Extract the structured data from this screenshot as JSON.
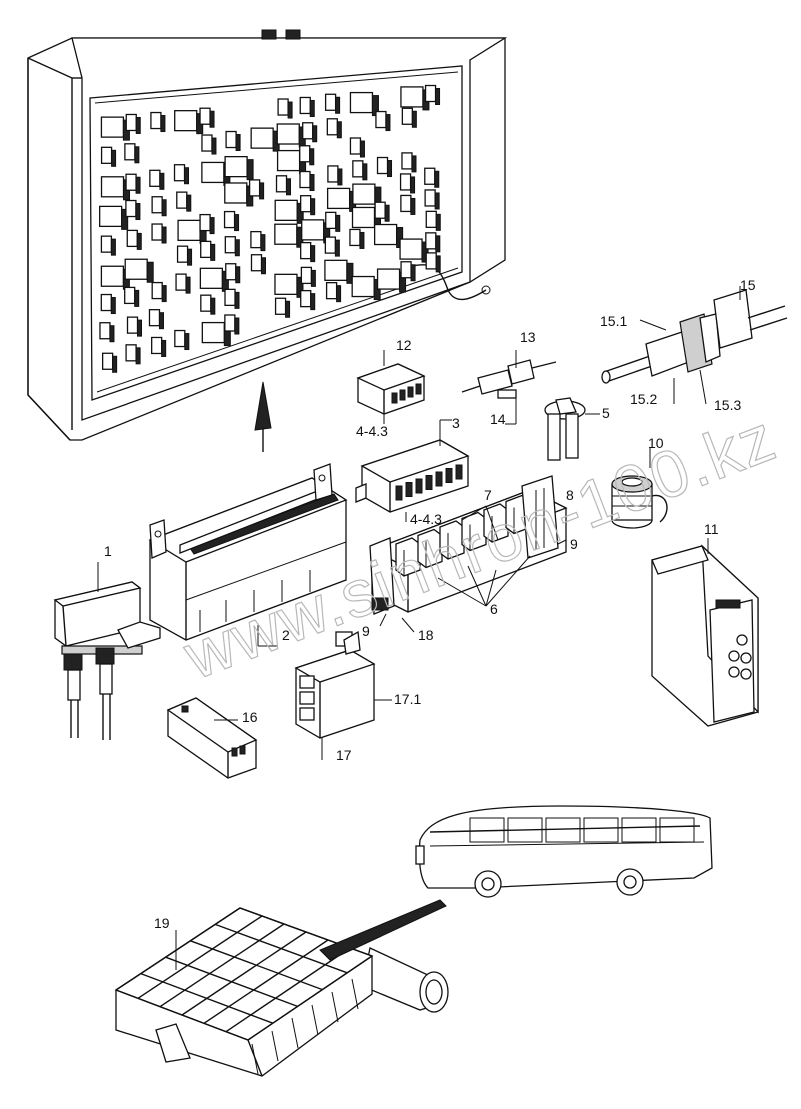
{
  "callouts": {
    "c1": "1",
    "c2": "2",
    "c3": "3",
    "c4_a": "4-4.3",
    "c4_b": "4-4.3",
    "c5": "5",
    "c6": "6",
    "c7": "7",
    "c8": "8",
    "c9_a": "9",
    "c9_b": "9",
    "c10": "10",
    "c11": "11",
    "c12": "12",
    "c13": "13",
    "c14": "14",
    "c15": "15",
    "c15_1": "15.1",
    "c15_2": "15.2",
    "c15_3": "15.3",
    "c16": "16",
    "c17": "17",
    "c17_1": "17.1",
    "c18": "18",
    "c19": "19"
  },
  "watermark": "www.sinhron-100.kz"
}
